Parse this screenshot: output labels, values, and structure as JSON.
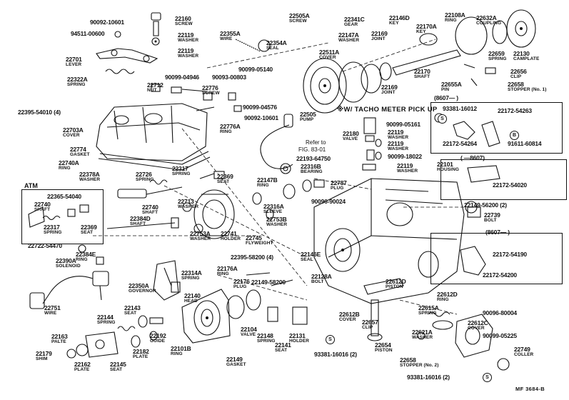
{
  "diagram": {
    "footer": "MF  3684-B",
    "tacho_title": "※W/ TACHO METER PICK UP",
    "atm_title": "ATM",
    "reference": [
      "Refer to",
      "FIG. 83-01"
    ],
    "box_8607_upper": "(8607—  )",
    "box_8607_lower": "(  —8607)",
    "box_8607_bottom": "(8607—  )",
    "symbol_s": "S",
    "symbol_b": "B",
    "callouts": [
      {
        "id": "c01",
        "num": "90092-10601",
        "desc": ""
      },
      {
        "id": "c02",
        "num": "22160",
        "desc": "SCREW"
      },
      {
        "id": "c03",
        "num": "94511-00600",
        "desc": ""
      },
      {
        "id": "c04",
        "num": "22119",
        "desc": "WASHER"
      },
      {
        "id": "c05",
        "num": "22119",
        "desc": "WASHER"
      },
      {
        "id": "c06",
        "num": "22701",
        "desc": "LEVER"
      },
      {
        "id": "c07",
        "num": "22322A",
        "desc": "SPRING"
      },
      {
        "id": "c08",
        "num": "22355A",
        "desc": "WIRE"
      },
      {
        "id": "c09",
        "num": "22354A",
        "desc": "SEAL"
      },
      {
        "id": "c10",
        "num": "22505A",
        "desc": "SCREW"
      },
      {
        "id": "c11",
        "num": "22341C",
        "desc": "GEAR"
      },
      {
        "id": "c12",
        "num": "22146D",
        "desc": "KEY"
      },
      {
        "id": "c13",
        "num": "22108A",
        "desc": "RING"
      },
      {
        "id": "c14",
        "num": "22632A",
        "desc": "COUPLING"
      },
      {
        "id": "c15",
        "num": "22147A",
        "desc": "WASHER"
      },
      {
        "id": "c16",
        "num": "22169",
        "desc": "JOINT"
      },
      {
        "id": "c17",
        "num": "22170A",
        "desc": "KEY"
      },
      {
        "id": "c18",
        "num": "22511A",
        "desc": "COVER"
      },
      {
        "id": "c19",
        "num": "22659",
        "desc": "SPRING"
      },
      {
        "id": "c20",
        "num": "22130",
        "desc": "CAMPLATE"
      },
      {
        "id": "c21",
        "num": "90099-04946",
        "desc": ""
      },
      {
        "id": "c22",
        "num": "90093-00803",
        "desc": ""
      },
      {
        "id": "c23",
        "num": "90099-05140",
        "desc": ""
      },
      {
        "id": "c24",
        "num": "22712",
        "desc": "NUT"
      },
      {
        "id": "c25",
        "num": "22776",
        "desc": "SCREW"
      },
      {
        "id": "c26",
        "num": "22170",
        "desc": "SHAFT"
      },
      {
        "id": "c27",
        "num": "22656",
        "desc": "CLIP"
      },
      {
        "id": "c28",
        "num": "22655A",
        "desc": "PIN"
      },
      {
        "id": "c29",
        "num": "22658",
        "desc": "STOPPER (No. 1)"
      },
      {
        "id": "c30",
        "num": "22169",
        "desc": "JOINT"
      },
      {
        "id": "c31",
        "num": "90099-04576",
        "desc": ""
      },
      {
        "id": "c32",
        "num": "22395-54010 (4)",
        "desc": ""
      },
      {
        "id": "c33",
        "num": "90092-10601",
        "desc": ""
      },
      {
        "id": "c34",
        "num": "22505",
        "desc": "PUMP"
      },
      {
        "id": "c35",
        "num": "22776A",
        "desc": "RING"
      },
      {
        "id": "c36",
        "num": "22703A",
        "desc": "COVER"
      },
      {
        "id": "c37",
        "num": "90099-05161",
        "desc": ""
      },
      {
        "id": "c38",
        "num": "22180",
        "desc": "VALVE"
      },
      {
        "id": "c39",
        "num": "22119",
        "desc": "WASHER"
      },
      {
        "id": "c40",
        "num": "22119",
        "desc": "WASHER"
      },
      {
        "id": "c41",
        "num": "90099-18022",
        "desc": ""
      },
      {
        "id": "c42",
        "num": "22119",
        "desc": "WASHER"
      },
      {
        "id": "c43",
        "num": "22774",
        "desc": "GASKET"
      },
      {
        "id": "c44",
        "num": "22193-64750",
        "desc": ""
      },
      {
        "id": "c45",
        "num": "22740A",
        "desc": "RING"
      },
      {
        "id": "c46",
        "num": "22317",
        "desc": "SPRING"
      },
      {
        "id": "c47",
        "num": "22316B",
        "desc": "BEARING"
      },
      {
        "id": "c48",
        "num": "22101",
        "desc": "HOUSING"
      },
      {
        "id": "c49",
        "num": "22378A",
        "desc": "WASHER"
      },
      {
        "id": "c50",
        "num": "22726",
        "desc": "SPRING"
      },
      {
        "id": "c51",
        "num": "22369",
        "desc": "SEAT"
      },
      {
        "id": "c52",
        "num": "22147B",
        "desc": "RING"
      },
      {
        "id": "c53",
        "num": "22787",
        "desc": "PLUG"
      },
      {
        "id": "c54",
        "num": "22740",
        "desc": "SHAFT"
      },
      {
        "id": "c55",
        "num": "22365-54040",
        "desc": ""
      },
      {
        "id": "c56",
        "num": "22713",
        "desc": "WASHER"
      },
      {
        "id": "c57",
        "num": "90096-90024",
        "desc": ""
      },
      {
        "id": "c58",
        "num": "22740",
        "desc": "SHAFT"
      },
      {
        "id": "c59",
        "num": "22316A",
        "desc": "SLEEVE"
      },
      {
        "id": "c60",
        "num": "22149-56200 (2)",
        "desc": ""
      },
      {
        "id": "c61",
        "num": "22384D",
        "desc": "SHAFT"
      },
      {
        "id": "c62",
        "num": "22753B",
        "desc": "WASHER"
      },
      {
        "id": "c63",
        "num": "22739",
        "desc": "BOLT"
      },
      {
        "id": "c64",
        "num": "22317",
        "desc": "SPRING"
      },
      {
        "id": "c65",
        "num": "22369",
        "desc": "SEAT"
      },
      {
        "id": "c66",
        "num": "22753A",
        "desc": "WASHER"
      },
      {
        "id": "c67",
        "num": "22741",
        "desc": "HOLDER"
      },
      {
        "id": "c68",
        "num": "22745",
        "desc": "FLYWEIGHT"
      },
      {
        "id": "c69",
        "num": "22722-54470",
        "desc": ""
      },
      {
        "id": "c70",
        "num": "22384E",
        "desc": "RING"
      },
      {
        "id": "c71",
        "num": "22395-58200 (4)",
        "desc": ""
      },
      {
        "id": "c72",
        "num": "22146E",
        "desc": "SEAL"
      },
      {
        "id": "c73",
        "num": "22390A",
        "desc": "SOLENOID"
      },
      {
        "id": "c74",
        "num": "22176A",
        "desc": "RING"
      },
      {
        "id": "c75",
        "num": "22314A",
        "desc": "SPRING"
      },
      {
        "id": "c76",
        "num": "22128A",
        "desc": "BOLT"
      },
      {
        "id": "c77",
        "num": "22350A",
        "desc": "GOVERNOR"
      },
      {
        "id": "c78",
        "num": "22176",
        "desc": "PLUG"
      },
      {
        "id": "c79",
        "num": "22149-58200",
        "desc": ""
      },
      {
        "id": "c80",
        "num": "22612D",
        "desc": "PISTON"
      },
      {
        "id": "c81",
        "num": "22612D",
        "desc": "RING"
      },
      {
        "id": "c82",
        "num": "22751",
        "desc": "WIRE"
      },
      {
        "id": "c83",
        "num": "22143",
        "desc": "SEAT"
      },
      {
        "id": "c84",
        "num": "22140",
        "desc": "HEAD"
      },
      {
        "id": "c85",
        "num": "22615A",
        "desc": "SPRING"
      },
      {
        "id": "c86",
        "num": "90096-80004",
        "desc": ""
      },
      {
        "id": "c87",
        "num": "22144",
        "desc": "SPRING"
      },
      {
        "id": "c88",
        "num": "22192",
        "desc": "GUIDE"
      },
      {
        "id": "c89",
        "num": "22104",
        "desc": "VALVE"
      },
      {
        "id": "c90",
        "num": "22148",
        "desc": "SPRING"
      },
      {
        "id": "c91",
        "num": "22131",
        "desc": "HOLDER"
      },
      {
        "id": "c92",
        "num": "22612B",
        "desc": "COVER"
      },
      {
        "id": "c93",
        "num": "22657",
        "desc": "CLIP"
      },
      {
        "id": "c94",
        "num": "22612C",
        "desc": "COVER"
      },
      {
        "id": "c95",
        "num": "22163",
        "desc": "PALTE"
      },
      {
        "id": "c96",
        "num": "22621A",
        "desc": "WASHER"
      },
      {
        "id": "c97",
        "num": "90099-05225",
        "desc": ""
      },
      {
        "id": "c98",
        "num": "22141",
        "desc": "SEAT"
      },
      {
        "id": "c99",
        "num": "22182",
        "desc": "PLATE"
      },
      {
        "id": "c100",
        "num": "22101B",
        "desc": "RING"
      },
      {
        "id": "c101",
        "num": "22149",
        "desc": "GASKET"
      },
      {
        "id": "c102",
        "num": "22654",
        "desc": "PISTON"
      },
      {
        "id": "c103",
        "num": "22749",
        "desc": "COLLER"
      },
      {
        "id": "c104",
        "num": "22179",
        "desc": "SHIM"
      },
      {
        "id": "c105",
        "num": "22162",
        "desc": "PLATE"
      },
      {
        "id": "c106",
        "num": "22145",
        "desc": "SEAT"
      },
      {
        "id": "c107",
        "num": "93381-16016 (2)",
        "desc": ""
      },
      {
        "id": "c108",
        "num": "22658",
        "desc": "STOPPER (No. 2)"
      },
      {
        "id": "c109",
        "num": "93381-16016 (2)",
        "desc": ""
      },
      {
        "id": "c110",
        "num": "93381-16012",
        "desc": ""
      },
      {
        "id": "c111",
        "num": "22172-54263",
        "desc": ""
      },
      {
        "id": "c112",
        "num": "22172-54264",
        "desc": ""
      },
      {
        "id": "c113",
        "num": "91611-60814",
        "desc": ""
      },
      {
        "id": "c114",
        "num": "22172-54020",
        "desc": ""
      },
      {
        "id": "c115",
        "num": "22172-54190",
        "desc": ""
      },
      {
        "id": "c116",
        "num": "22172-54200",
        "desc": ""
      }
    ]
  }
}
